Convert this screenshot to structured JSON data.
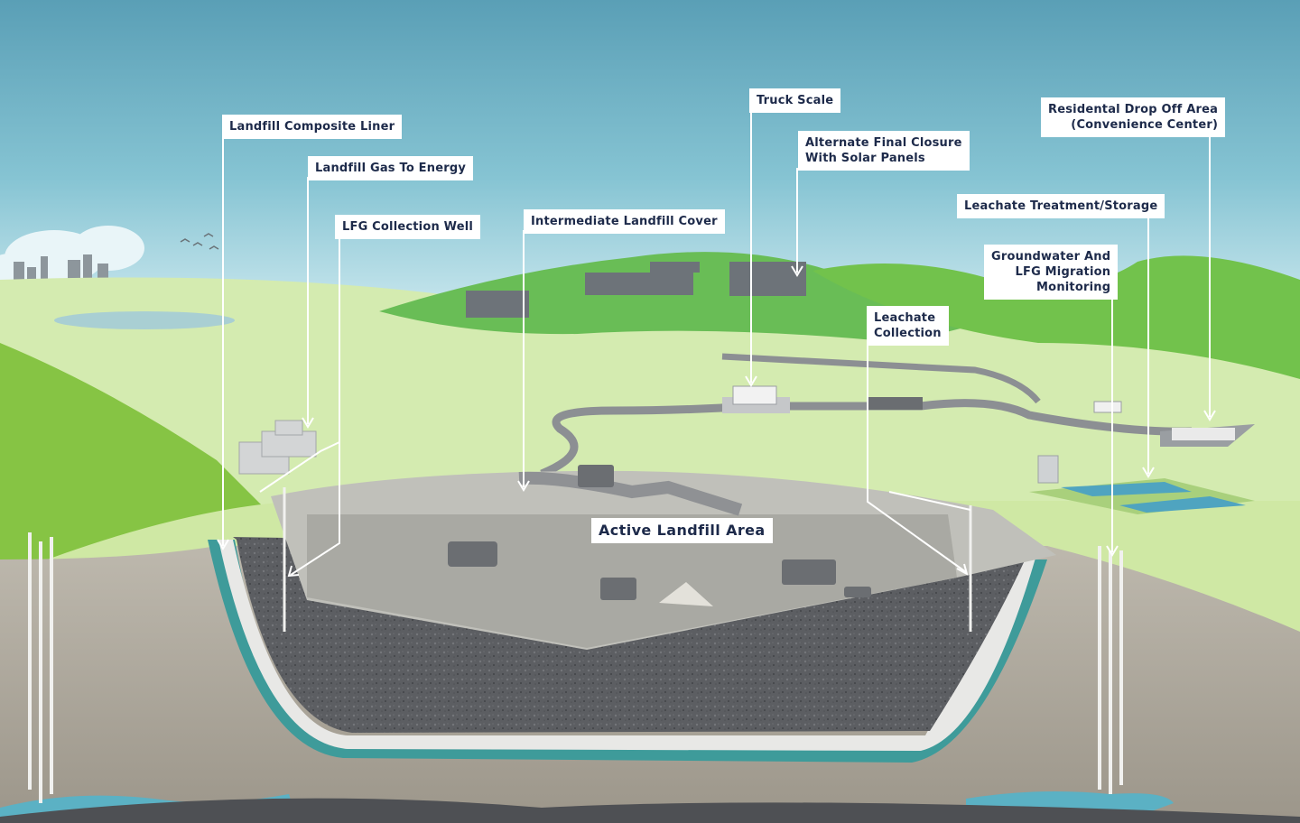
{
  "diagram": {
    "labels": {
      "composite_liner": "Landfill Composite Liner",
      "gas_to_energy": "Landfill Gas To Energy",
      "lfg_collection_well": "LFG Collection Well",
      "intermediate_cover": "Intermediate Landfill Cover",
      "truck_scale": "Truck Scale",
      "alt_final_closure": "Alternate Final Closure\nWith Solar Panels",
      "residential_drop_off": "Residental Drop Off Area\n(Convenience Center)",
      "leachate_treatment": "Leachate Treatment/Storage",
      "groundwater_monitoring": "Groundwater And\nLFG Migration\nMonitoring",
      "leachate_collection": "Leachate\nCollection",
      "active_landfill": "Active Landfill Area"
    },
    "colors": {
      "sky_top": "#5aa3b8",
      "sky_bottom": "#a9d8e4",
      "grass_dark": "#6fbf3f",
      "grass_mid": "#9dd06a",
      "grass_light": "#d6ecb0",
      "waste": "#5d5f63",
      "cover": "#bdbdb5",
      "liner_teal": "#3e9b9a",
      "soil": "#a59e92",
      "water": "#5bb1c4",
      "label_text": "#1d2a4a"
    }
  }
}
